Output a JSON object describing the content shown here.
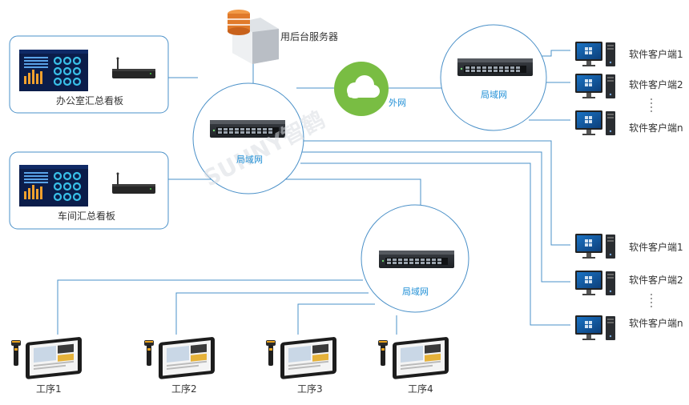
{
  "server": {
    "label": "用后台服务器"
  },
  "cloud": {
    "label": "外网"
  },
  "watermark": "SUNNY智鹤",
  "boards": [
    {
      "label": "办公室汇总看板"
    },
    {
      "label": "车间汇总看板"
    }
  ],
  "hubs": {
    "main": {
      "label": "局域网"
    },
    "remote": {
      "label": "局域网"
    },
    "floor": {
      "label": "局域网"
    }
  },
  "clients_remote": [
    "软件客户端1",
    "软件客户端2",
    "软件客户端n"
  ],
  "clients_local": [
    "软件客户端1",
    "软件客户端2",
    "软件客户端n"
  ],
  "stations": [
    "工序1",
    "工序2",
    "工序3",
    "工序4"
  ],
  "colors": {
    "line": "#4a90c8",
    "accent": "#1f8fd6",
    "cloud": "#79bd43",
    "server": "#e07a2a"
  }
}
